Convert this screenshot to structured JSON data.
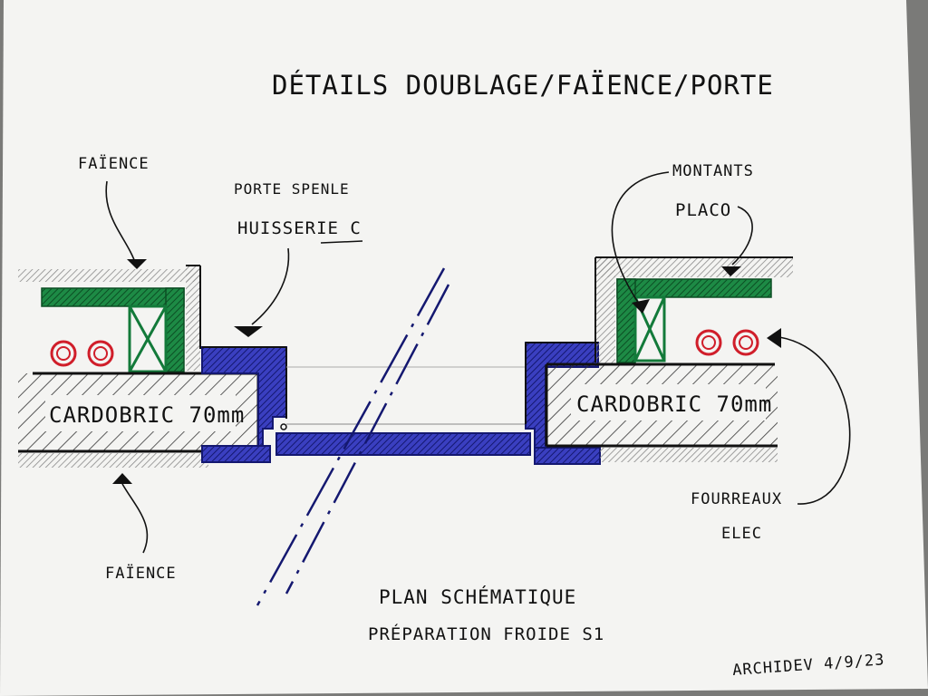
{
  "title": "DÉTAILS DOUBLAGE/FAÏENCE/PORTE",
  "labels": {
    "faience_top": "FAÏENCE",
    "faience_bottom": "FAÏENCE",
    "porte": "PORTE SPENLE",
    "huisserie": "HUISSERIE C",
    "montants": "MONTANTS",
    "placo": "PLACO",
    "fourreaux": "FOURREAUX",
    "elec": "ELEC",
    "cardobric_left": "CARDOBRIC 70mm",
    "cardobric_right": "CARDOBRIC 70mm"
  },
  "caption": {
    "line1": "PLAN SCHÉMATIQUE",
    "line2": "PRÉPARATION FROIDE S1"
  },
  "signature": "ARCHIDEV 4/9/23",
  "colors": {
    "paper": "#f4f4f2",
    "ink": "#111111",
    "door_blue": "#2a2fa8",
    "stud_green": "#137a3a",
    "conduit_red": "#d01e2a",
    "tile_grey": "#9a9a9a"
  }
}
